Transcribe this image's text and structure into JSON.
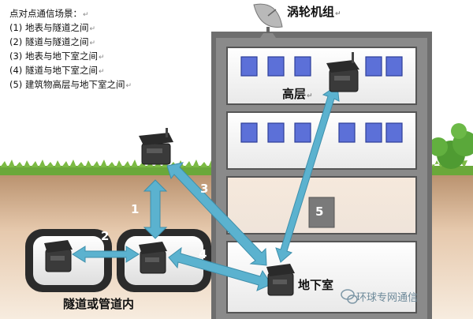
{
  "legend": {
    "title": "点对点通信场景：",
    "items": [
      "(1) 地表与隧道之间",
      "(2) 隧道与隧道之间",
      "(3) 地表与地下室之间",
      "(4) 隧道与地下室之间",
      "(5) 建筑物高层与地下室之间"
    ],
    "return_mark": "↵"
  },
  "labels": {
    "turbine": "涡轮机组",
    "upper_floor": "高层",
    "basement": "地下室",
    "tunnel": "隧道或管道内"
  },
  "numbers": [
    "1",
    "2",
    "3",
    "4",
    "5"
  ],
  "watermark": "环球专网通信",
  "colors": {
    "arrow": "#5bb2cf",
    "building_frame": "#6a6a6a",
    "soil": "#c9a07e",
    "grass": "#6aa83a",
    "window": "#5a6fd6",
    "tunnel_border": "#2b2b2b"
  }
}
